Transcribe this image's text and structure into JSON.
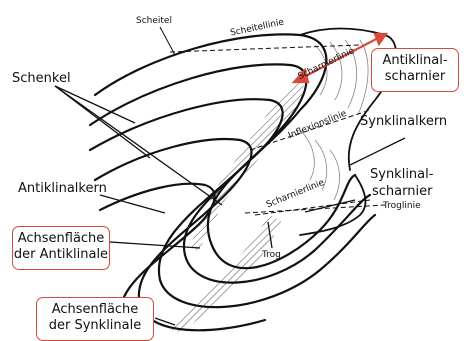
{
  "labels": {
    "scheitel": "Scheitel",
    "scheitellinie": "Scheitellinie",
    "scharnierlinie_top": "Scharnierlinie",
    "inflexionslinie": "Inflexionslinie",
    "scharnierlinie_bottom": "Scharnierlinie",
    "troglinie": "Troglinie",
    "trog": "Trog",
    "schenkel": "Schenkel",
    "synklinalkern": "Synklinalkern",
    "antiklinalkern": "Antiklinalkern",
    "synklinal_line1": "Synklinal-",
    "synklinal_line2": "scharnier"
  },
  "callouts": {
    "antiklinal_scharnier": [
      "Antiklinal-",
      "scharnier"
    ],
    "achsenflaeche_antiklinale": [
      "Achsenfläche",
      "der Antiklinale"
    ],
    "achsenflaeche_synklinale": [
      "Achsenfläche",
      "der Synklinale"
    ]
  },
  "colors": {
    "ink": "#111111",
    "accent": "#d94a3d",
    "background": "#ffffff"
  }
}
